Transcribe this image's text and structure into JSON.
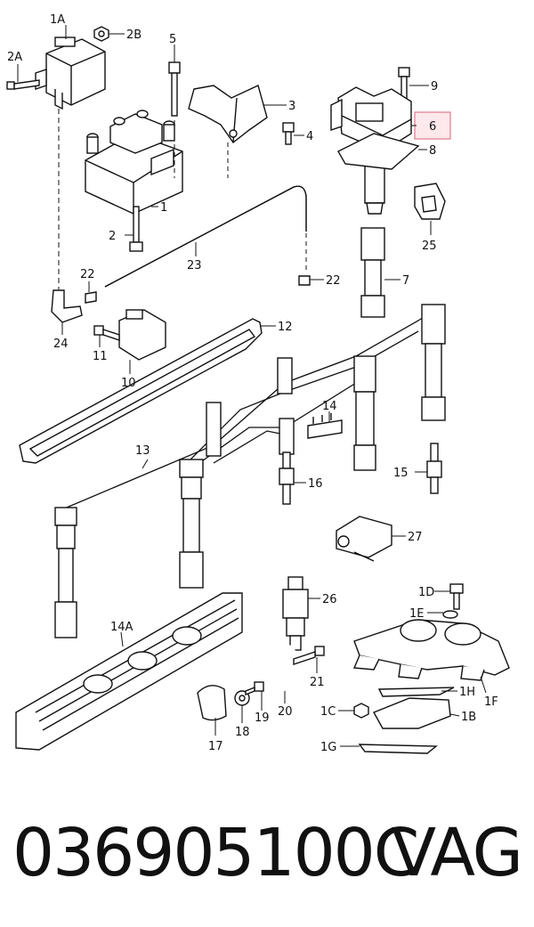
{
  "diagram": {
    "callouts": [
      {
        "id": "1A",
        "label": "1A"
      },
      {
        "id": "2B",
        "label": "2B"
      },
      {
        "id": "2A",
        "label": "2A"
      },
      {
        "id": "5",
        "label": "5"
      },
      {
        "id": "3",
        "label": "3"
      },
      {
        "id": "4",
        "label": "4"
      },
      {
        "id": "1",
        "label": "1"
      },
      {
        "id": "2",
        "label": "2"
      },
      {
        "id": "9",
        "label": "9"
      },
      {
        "id": "6",
        "label": "6",
        "highlighted": true
      },
      {
        "id": "8",
        "label": "8"
      },
      {
        "id": "25",
        "label": "25"
      },
      {
        "id": "7",
        "label": "7"
      },
      {
        "id": "23",
        "label": "23"
      },
      {
        "id": "22a",
        "label": "22"
      },
      {
        "id": "22b",
        "label": "22"
      },
      {
        "id": "24",
        "label": "24"
      },
      {
        "id": "12",
        "label": "12"
      },
      {
        "id": "11",
        "label": "11"
      },
      {
        "id": "10",
        "label": "10"
      },
      {
        "id": "14",
        "label": "14"
      },
      {
        "id": "13",
        "label": "13"
      },
      {
        "id": "16",
        "label": "16"
      },
      {
        "id": "15",
        "label": "15"
      },
      {
        "id": "27",
        "label": "27"
      },
      {
        "id": "26",
        "label": "26"
      },
      {
        "id": "14A",
        "label": "14A"
      },
      {
        "id": "1D",
        "label": "1D"
      },
      {
        "id": "1E",
        "label": "1E"
      },
      {
        "id": "21",
        "label": "21"
      },
      {
        "id": "1H",
        "label": "1H"
      },
      {
        "id": "1F",
        "label": "1F"
      },
      {
        "id": "1C",
        "label": "1C"
      },
      {
        "id": "1B",
        "label": "1B"
      },
      {
        "id": "19",
        "label": "19"
      },
      {
        "id": "20",
        "label": "20"
      },
      {
        "id": "18",
        "label": "18"
      },
      {
        "id": "17",
        "label": "17"
      },
      {
        "id": "1G",
        "label": "1G"
      }
    ],
    "highlight_color": "#e07b8c"
  },
  "footer": {
    "part_number": "036905100C",
    "brand": "VAG"
  }
}
